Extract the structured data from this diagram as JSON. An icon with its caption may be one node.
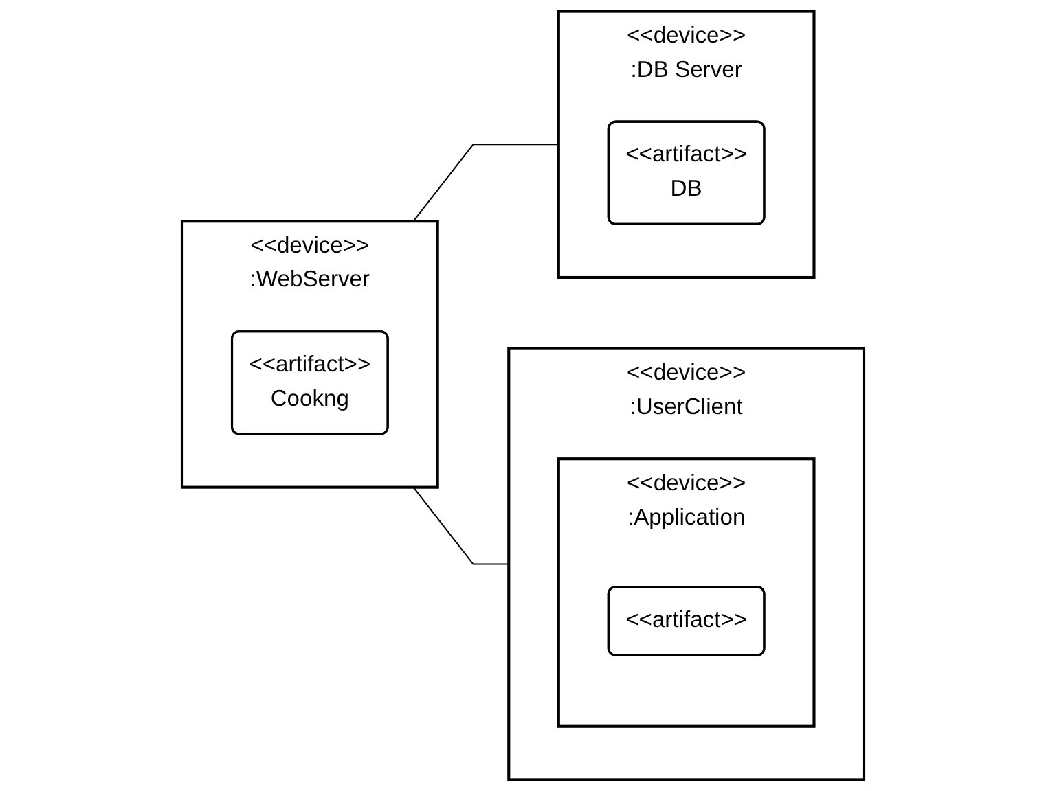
{
  "diagram": {
    "nodes": [
      {
        "text": [
          "<<device>>",
          ":WebServer"
        ]
      },
      {
        "text": [
          "<<artifact>>",
          "Cookng"
        ],
        "in": 0
      },
      {
        "text": [
          "<<device>>",
          ":DB Server"
        ]
      },
      {
        "text": [
          "<<artifact>>",
          "DB"
        ],
        "in": 2
      },
      {
        "text": [
          "<<device>>",
          ":UserClient"
        ]
      },
      {
        "text": [
          "<<device>>",
          ":Application"
        ],
        "in": 4
      },
      {
        "text": [
          "<<artifact>>"
        ],
        "in": 5
      }
    ],
    "edges": [
      {
        "from": 0,
        "to": 2,
        "arrow": "none"
      },
      {
        "from": 0,
        "to": 4,
        "arrow": "none"
      }
    ]
  }
}
